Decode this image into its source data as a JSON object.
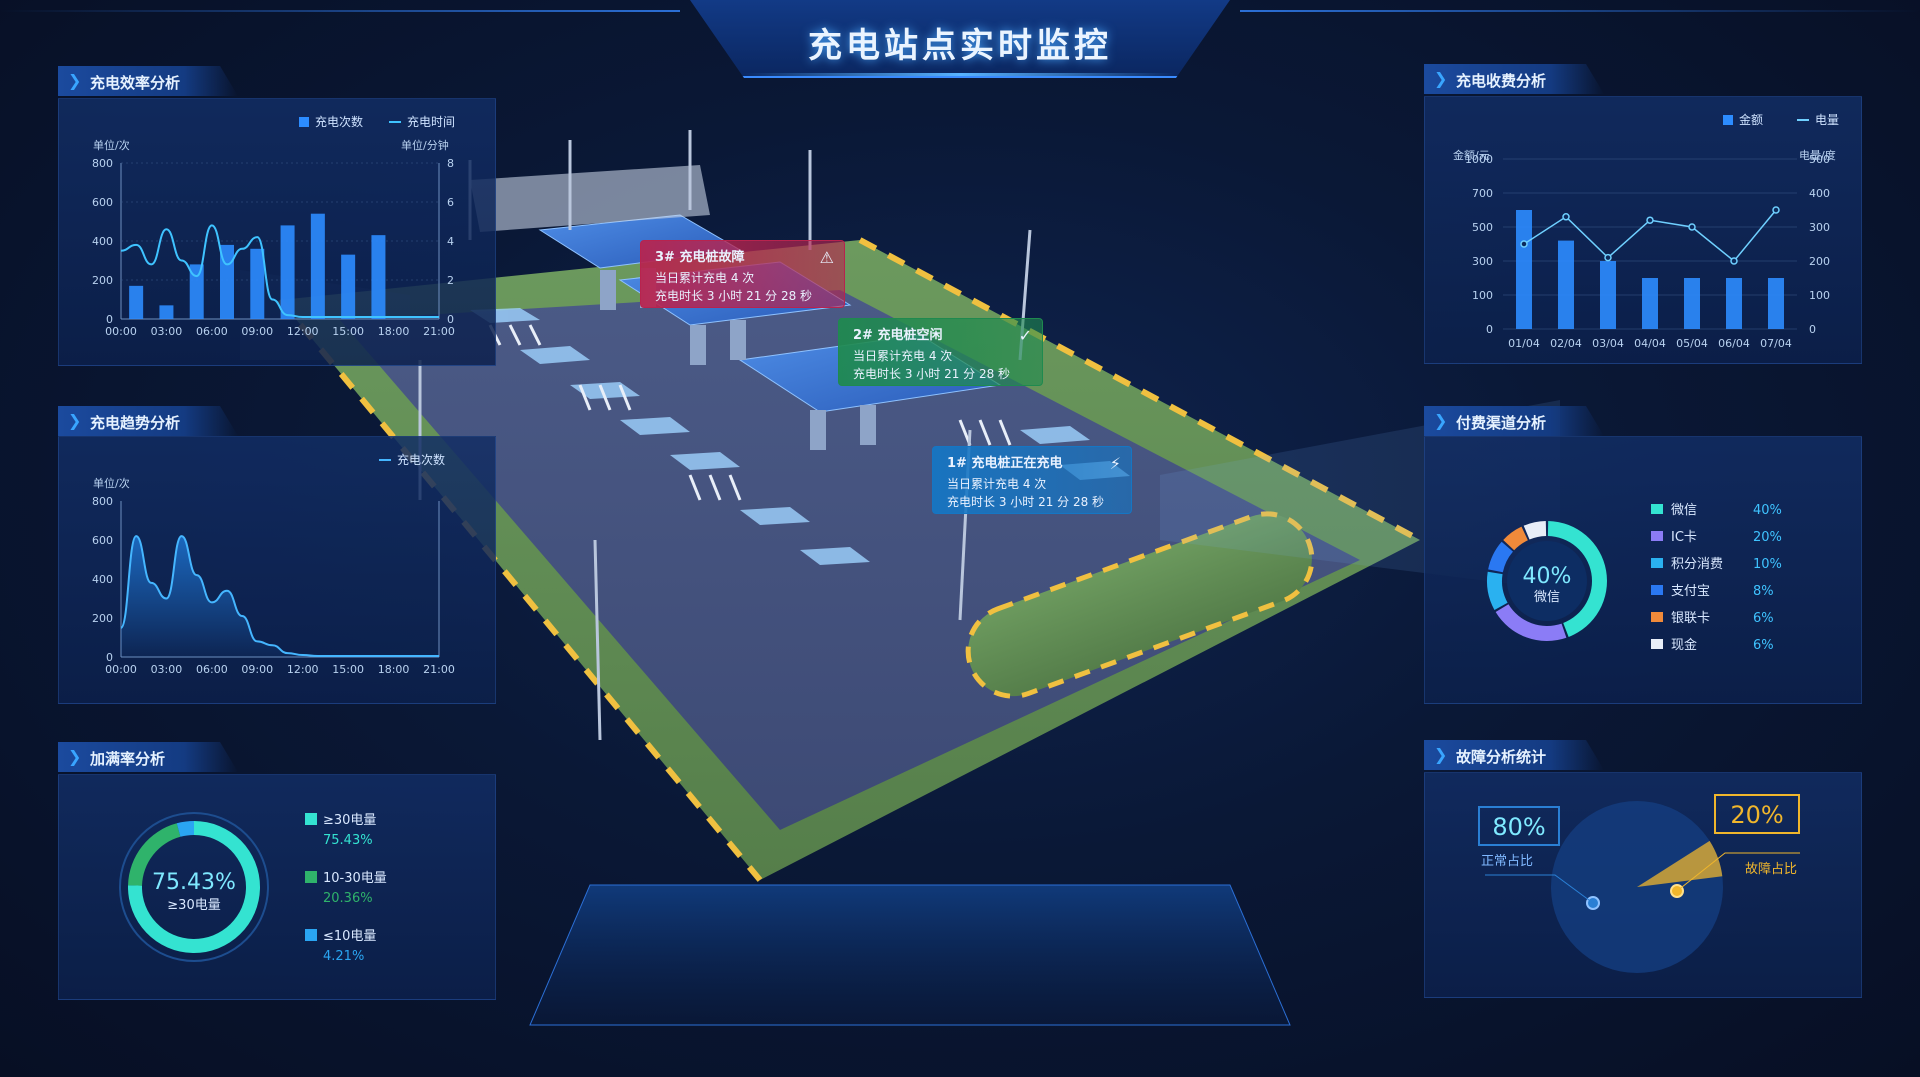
{
  "page": {
    "title": "充电站点实时监控"
  },
  "panels": {
    "efficiency": {
      "title": "充电效率分析"
    },
    "trend": {
      "title": "充电趋势分析"
    },
    "fullrate": {
      "title": "加满率分析"
    },
    "fee": {
      "title": "充电收费分析"
    },
    "channel": {
      "title": "付费渠道分析"
    },
    "fault": {
      "title": "故障分析统计"
    }
  },
  "callouts": [
    {
      "title": "3# 充电桩故障",
      "line1": "当日累计充电 4 次",
      "line2": "充电时长 3 小时 21 分 28 秒",
      "icon": "warning-icon",
      "color": "#b8234e"
    },
    {
      "title": "2# 充电桩空闲",
      "line1": "当日累计充电 4 次",
      "line2": "充电时长 3 小时 21 分 28 秒",
      "icon": "check-icon",
      "color": "#1f8a4f"
    },
    {
      "title": "1# 充电桩正在充电",
      "line1": "当日累计充电 4 次",
      "line2": "充电时长 3 小时 21 分 28 秒",
      "icon": "bolt-icon",
      "color": "#1576c4"
    }
  ],
  "chart_data": [
    {
      "id": "efficiency",
      "type": "bar",
      "title": "",
      "legend": [
        "充电次数",
        "充电时间"
      ],
      "ylabel_left": "单位/次",
      "ylabel_right": "单位/分钟",
      "y_left_ticks": [
        0,
        200,
        400,
        600,
        800
      ],
      "y_right_ticks": [
        0,
        2,
        4,
        6,
        8
      ],
      "x_ticks": [
        "00:00",
        "03:00",
        "06:00",
        "09:00",
        "12:00",
        "15:00",
        "18:00",
        "21:00"
      ],
      "ylim_left": [
        0,
        800
      ],
      "ylim_right": [
        0,
        8
      ],
      "bars": [
        {
          "x": 1,
          "value": 170
        },
        {
          "x": 3,
          "value": 70
        },
        {
          "x": 5,
          "value": 280
        },
        {
          "x": 7,
          "value": 380
        },
        {
          "x": 9,
          "value": 360
        },
        {
          "x": 11,
          "value": 480
        },
        {
          "x": 13,
          "value": 540
        },
        {
          "x": 15,
          "value": 330
        },
        {
          "x": 17,
          "value": 430
        }
      ],
      "line": [
        [
          0,
          3.5
        ],
        [
          1,
          3.8
        ],
        [
          2,
          2.8
        ],
        [
          3,
          4.6
        ],
        [
          4,
          3.0
        ],
        [
          5,
          2.2
        ],
        [
          6,
          4.8
        ],
        [
          7,
          2.8
        ],
        [
          8,
          3.6
        ],
        [
          9,
          4.2
        ],
        [
          10,
          1.0
        ],
        [
          11,
          0.2
        ],
        [
          12,
          0.1
        ],
        [
          13,
          0.1
        ],
        [
          14,
          0.1
        ],
        [
          15,
          0.1
        ],
        [
          16,
          0.1
        ],
        [
          17,
          0.1
        ],
        [
          18,
          0.1
        ],
        [
          19,
          0.1
        ],
        [
          20,
          0.1
        ],
        [
          21,
          0.1
        ]
      ],
      "x_range": [
        0,
        21
      ],
      "colors": {
        "bar": "#2c8cff",
        "line": "#3fc3ff"
      }
    },
    {
      "id": "trend",
      "type": "area",
      "title": "",
      "legend": [
        "充电次数"
      ],
      "ylabel": "单位/次",
      "y_ticks": [
        0,
        200,
        400,
        600,
        800
      ],
      "x_ticks": [
        "00:00",
        "03:00",
        "06:00",
        "09:00",
        "12:00",
        "15:00",
        "18:00",
        "21:00"
      ],
      "ylim": [
        0,
        800
      ],
      "points": [
        [
          0,
          150
        ],
        [
          1,
          620
        ],
        [
          2,
          380
        ],
        [
          3,
          300
        ],
        [
          4,
          620
        ],
        [
          5,
          420
        ],
        [
          6,
          280
        ],
        [
          7,
          340
        ],
        [
          8,
          210
        ],
        [
          9,
          80
        ],
        [
          10,
          60
        ],
        [
          11,
          20
        ],
        [
          12,
          10
        ],
        [
          13,
          5
        ],
        [
          14,
          5
        ],
        [
          15,
          5
        ],
        [
          16,
          5
        ],
        [
          17,
          5
        ],
        [
          18,
          5
        ],
        [
          19,
          5
        ],
        [
          20,
          5
        ],
        [
          21,
          5
        ]
      ],
      "x_range": [
        0,
        21
      ],
      "colors": {
        "line": "#45b6ff",
        "fill": "#1e78d8"
      }
    },
    {
      "id": "fullrate",
      "type": "pie",
      "center_value": "75.43%",
      "center_label": "≥30电量",
      "items": [
        {
          "name": "≥30电量",
          "value": 75.43,
          "pct": "75.43%",
          "color": "#34e3d1"
        },
        {
          "name": "10-30电量",
          "value": 20.36,
          "pct": "20.36%",
          "color": "#2fb36b"
        },
        {
          "name": "≤10电量",
          "value": 4.21,
          "pct": "4.21%",
          "color": "#2aa5f2"
        }
      ]
    },
    {
      "id": "fee",
      "type": "bar",
      "title": "",
      "legend": [
        "金额",
        "电量"
      ],
      "ylabel_left": "金额/元",
      "ylabel_right": "电量/度",
      "y_left_ticks": [
        "0",
        "100",
        "300",
        "500",
        "700",
        "1000"
      ],
      "y_right_ticks": [
        "0",
        "100",
        "200",
        "300",
        "400",
        "500"
      ],
      "categories": [
        "01/04",
        "02/04",
        "03/04",
        "04/04",
        "05/04",
        "06/04",
        "07/04"
      ],
      "bar_values": [
        600,
        420,
        300,
        200,
        200,
        200,
        200
      ],
      "line_values": [
        250,
        330,
        210,
        320,
        300,
        200,
        350
      ],
      "ylim_left": [
        0,
        1000
      ],
      "ylim_right": [
        0,
        500
      ],
      "colors": {
        "bar": "#2c8cff",
        "line": "#6fd0ff"
      }
    },
    {
      "id": "channel",
      "type": "pie",
      "center_value": "40%",
      "center_label": "微信",
      "items": [
        {
          "name": "微信",
          "value": 40,
          "pct": "40%",
          "color": "#34e3d1"
        },
        {
          "name": "IC卡",
          "value": 20,
          "pct": "20%",
          "color": "#8b7cf6"
        },
        {
          "name": "积分消费",
          "value": 10,
          "pct": "10%",
          "color": "#2ab1f0"
        },
        {
          "name": "支付宝",
          "value": 8,
          "pct": "8%",
          "color": "#2a78f2"
        },
        {
          "name": "银联卡",
          "value": 6,
          "pct": "6%",
          "color": "#f08a3a"
        },
        {
          "name": "现金",
          "value": 6,
          "pct": "6%",
          "color": "#e8eef8"
        }
      ]
    },
    {
      "id": "fault",
      "type": "pie",
      "items": [
        {
          "name": "正常占比",
          "value": 80,
          "pct": "80%",
          "color": "#2a7fd4"
        },
        {
          "name": "故障占比",
          "value": 20,
          "pct": "20%",
          "color": "#f0b62c"
        }
      ]
    }
  ]
}
